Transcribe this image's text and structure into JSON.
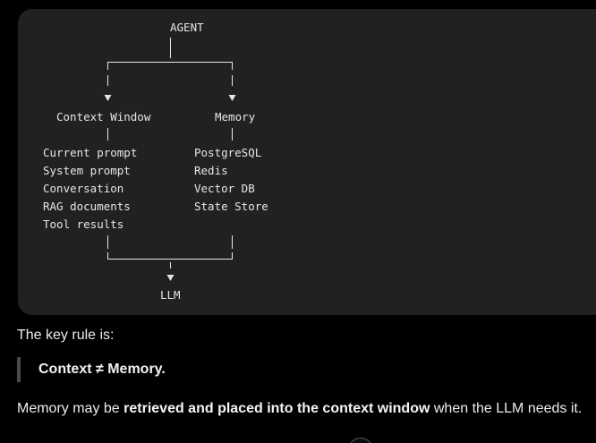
{
  "diagram": {
    "agent_label": "AGENT",
    "context_window_label": "Context Window",
    "memory_label": "Memory",
    "context_items": [
      "Current prompt",
      "System prompt",
      "Conversation",
      "RAG documents",
      "Tool results"
    ],
    "memory_items": [
      "PostgreSQL",
      "Redis",
      "Vector DB",
      "State Store"
    ],
    "llm_label": "LLM"
  },
  "text": {
    "rule_intro": "The key rule is:",
    "quote": "Context ≠ Memory.",
    "memory_sentence_start": "Memory may be ",
    "memory_sentence_bold": "retrieved and placed into the context window",
    "memory_sentence_end": " when the LLM needs it."
  },
  "colors": {
    "page_background": "#000000",
    "code_block_background": "#212121",
    "text": "#ececec"
  }
}
